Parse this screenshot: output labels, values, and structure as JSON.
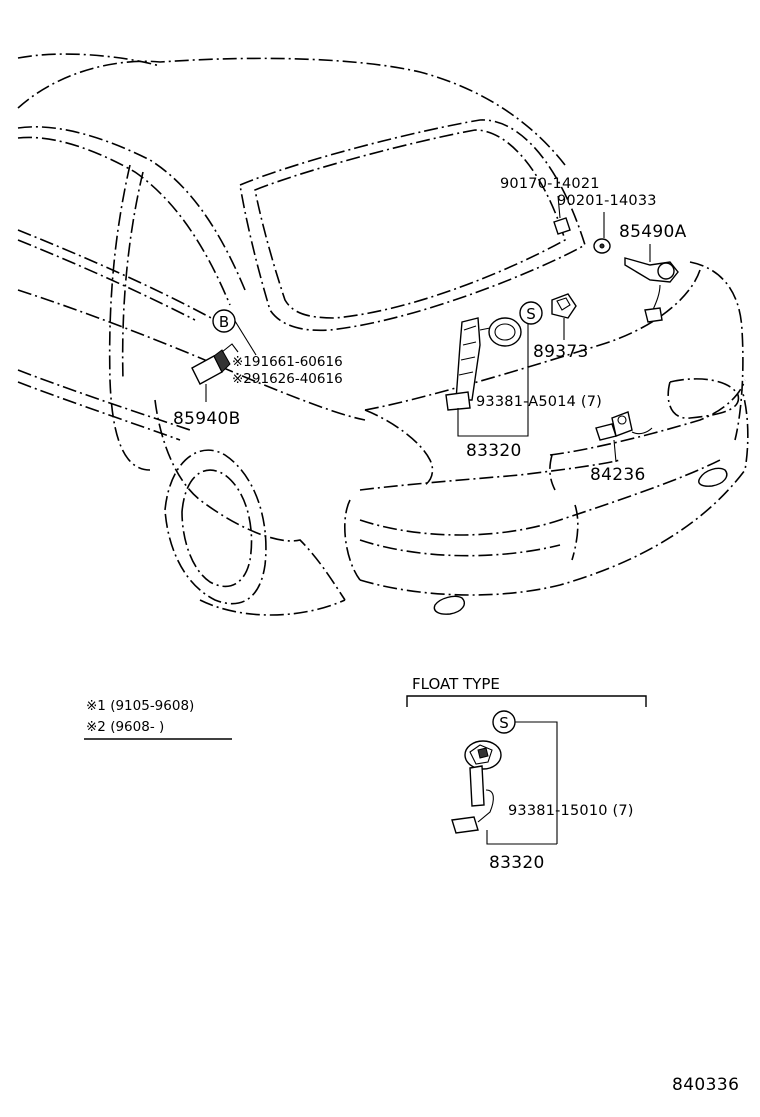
{
  "parts": {
    "p90170": "90170-14021",
    "p90201": "90201-14033",
    "p85490a": "85490A",
    "p89373": "89373",
    "p85940b": "85940B",
    "p93381a": "93381-A5014 (7)",
    "p83320_top": "83320",
    "p84236": "84236",
    "p93381b": "93381-15010 (7)",
    "p83320_float": "83320",
    "p91661": "※191661-60616",
    "p91626": "※291626-40616"
  },
  "symbols": {
    "b_circle": "B",
    "s_circle_top": "S",
    "s_circle_float": "S"
  },
  "legend": {
    "line1": "※1 (9105-9608)",
    "line2": "※2 (9608-        )"
  },
  "float_type": {
    "title": "FLOAT TYPE"
  },
  "diagram_ref": "840336"
}
